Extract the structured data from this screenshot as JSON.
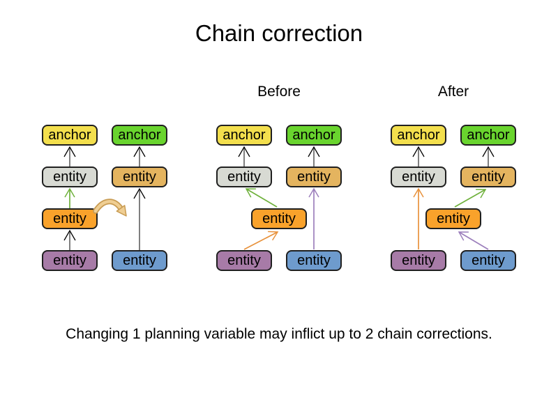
{
  "title": "Chain correction",
  "caption": "Changing 1 planning variable may inflict up to 2 chain corrections.",
  "diagram": {
    "groups": [
      {
        "label": "",
        "boxes": [
          {
            "text": "anchor",
            "color": "anchor_yellow"
          },
          {
            "text": "anchor",
            "color": "anchor_green"
          },
          {
            "text": "entity",
            "color": "entity_gray"
          },
          {
            "text": "entity",
            "color": "entity_tan"
          },
          {
            "text": "entity",
            "color": "entity_orange"
          },
          {
            "text": "entity",
            "color": "entity_purple"
          },
          {
            "text": "entity",
            "color": "entity_blue"
          }
        ],
        "arrows": [
          {
            "from": "entity-gray",
            "to": "anchor-yellow",
            "color": "arrow_gray"
          },
          {
            "from": "entity-orange",
            "to": "entity-gray",
            "color": "arrow_green"
          },
          {
            "from": "entity-purple",
            "to": "entity-orange",
            "color": "arrow_gray"
          },
          {
            "from": "entity-tan",
            "to": "anchor-green",
            "color": "arrow_gray"
          },
          {
            "from": "entity-blue",
            "to": "entity-tan",
            "color": "arrow_gray"
          },
          {
            "type": "move",
            "from": "entity-orange",
            "to": "right-chain",
            "color": "move_arrow_fill"
          }
        ]
      },
      {
        "label": "Before",
        "boxes": [
          {
            "text": "anchor",
            "color": "anchor_yellow"
          },
          {
            "text": "anchor",
            "color": "anchor_green"
          },
          {
            "text": "entity",
            "color": "entity_gray"
          },
          {
            "text": "entity",
            "color": "entity_tan"
          },
          {
            "text": "entity",
            "color": "entity_orange"
          },
          {
            "text": "entity",
            "color": "entity_purple"
          },
          {
            "text": "entity",
            "color": "entity_blue"
          }
        ],
        "arrows": [
          {
            "from": "entity-gray",
            "to": "anchor-yellow",
            "color": "arrow_gray"
          },
          {
            "from": "entity-tan",
            "to": "anchor-green",
            "color": "arrow_gray"
          },
          {
            "from": "entity-orange",
            "to": "entity-gray",
            "color": "arrow_green"
          },
          {
            "from": "entity-purple",
            "to": "entity-orange",
            "color": "arrow_orange"
          },
          {
            "from": "entity-blue",
            "to": "entity-tan",
            "color": "arrow_violet"
          }
        ]
      },
      {
        "label": "After",
        "boxes": [
          {
            "text": "anchor",
            "color": "anchor_yellow"
          },
          {
            "text": "anchor",
            "color": "anchor_green"
          },
          {
            "text": "entity",
            "color": "entity_gray"
          },
          {
            "text": "entity",
            "color": "entity_tan"
          },
          {
            "text": "entity",
            "color": "entity_orange"
          },
          {
            "text": "entity",
            "color": "entity_purple"
          },
          {
            "text": "entity",
            "color": "entity_blue"
          }
        ],
        "arrows": [
          {
            "from": "entity-gray",
            "to": "anchor-yellow",
            "color": "arrow_gray"
          },
          {
            "from": "entity-tan",
            "to": "anchor-green",
            "color": "arrow_gray"
          },
          {
            "from": "entity-purple",
            "to": "entity-gray",
            "color": "arrow_orange"
          },
          {
            "from": "entity-orange",
            "to": "entity-tan",
            "color": "arrow_green"
          },
          {
            "from": "entity-blue",
            "to": "entity-orange",
            "color": "arrow_violet"
          }
        ]
      }
    ]
  },
  "colors": {
    "background": "#FFFFFF",
    "text": "#000000",
    "anchor_yellow": "#F3DF4D",
    "anchor_green": "#69D42E",
    "entity_gray": "#D8DAD3",
    "entity_tan": "#E4B45F",
    "entity_orange": "#F9A22B",
    "entity_purple": "#A77BA7",
    "entity_blue": "#6E9BCD",
    "arrow_gray": "#7F7F7F",
    "arrow_head_black": "#000000",
    "arrow_green": "#6FB13C",
    "arrow_orange": "#E8923C",
    "arrow_violet": "#9C7FBC",
    "move_arrow_fill": "#EFCE93",
    "move_arrow_outline": "#C89B52"
  }
}
